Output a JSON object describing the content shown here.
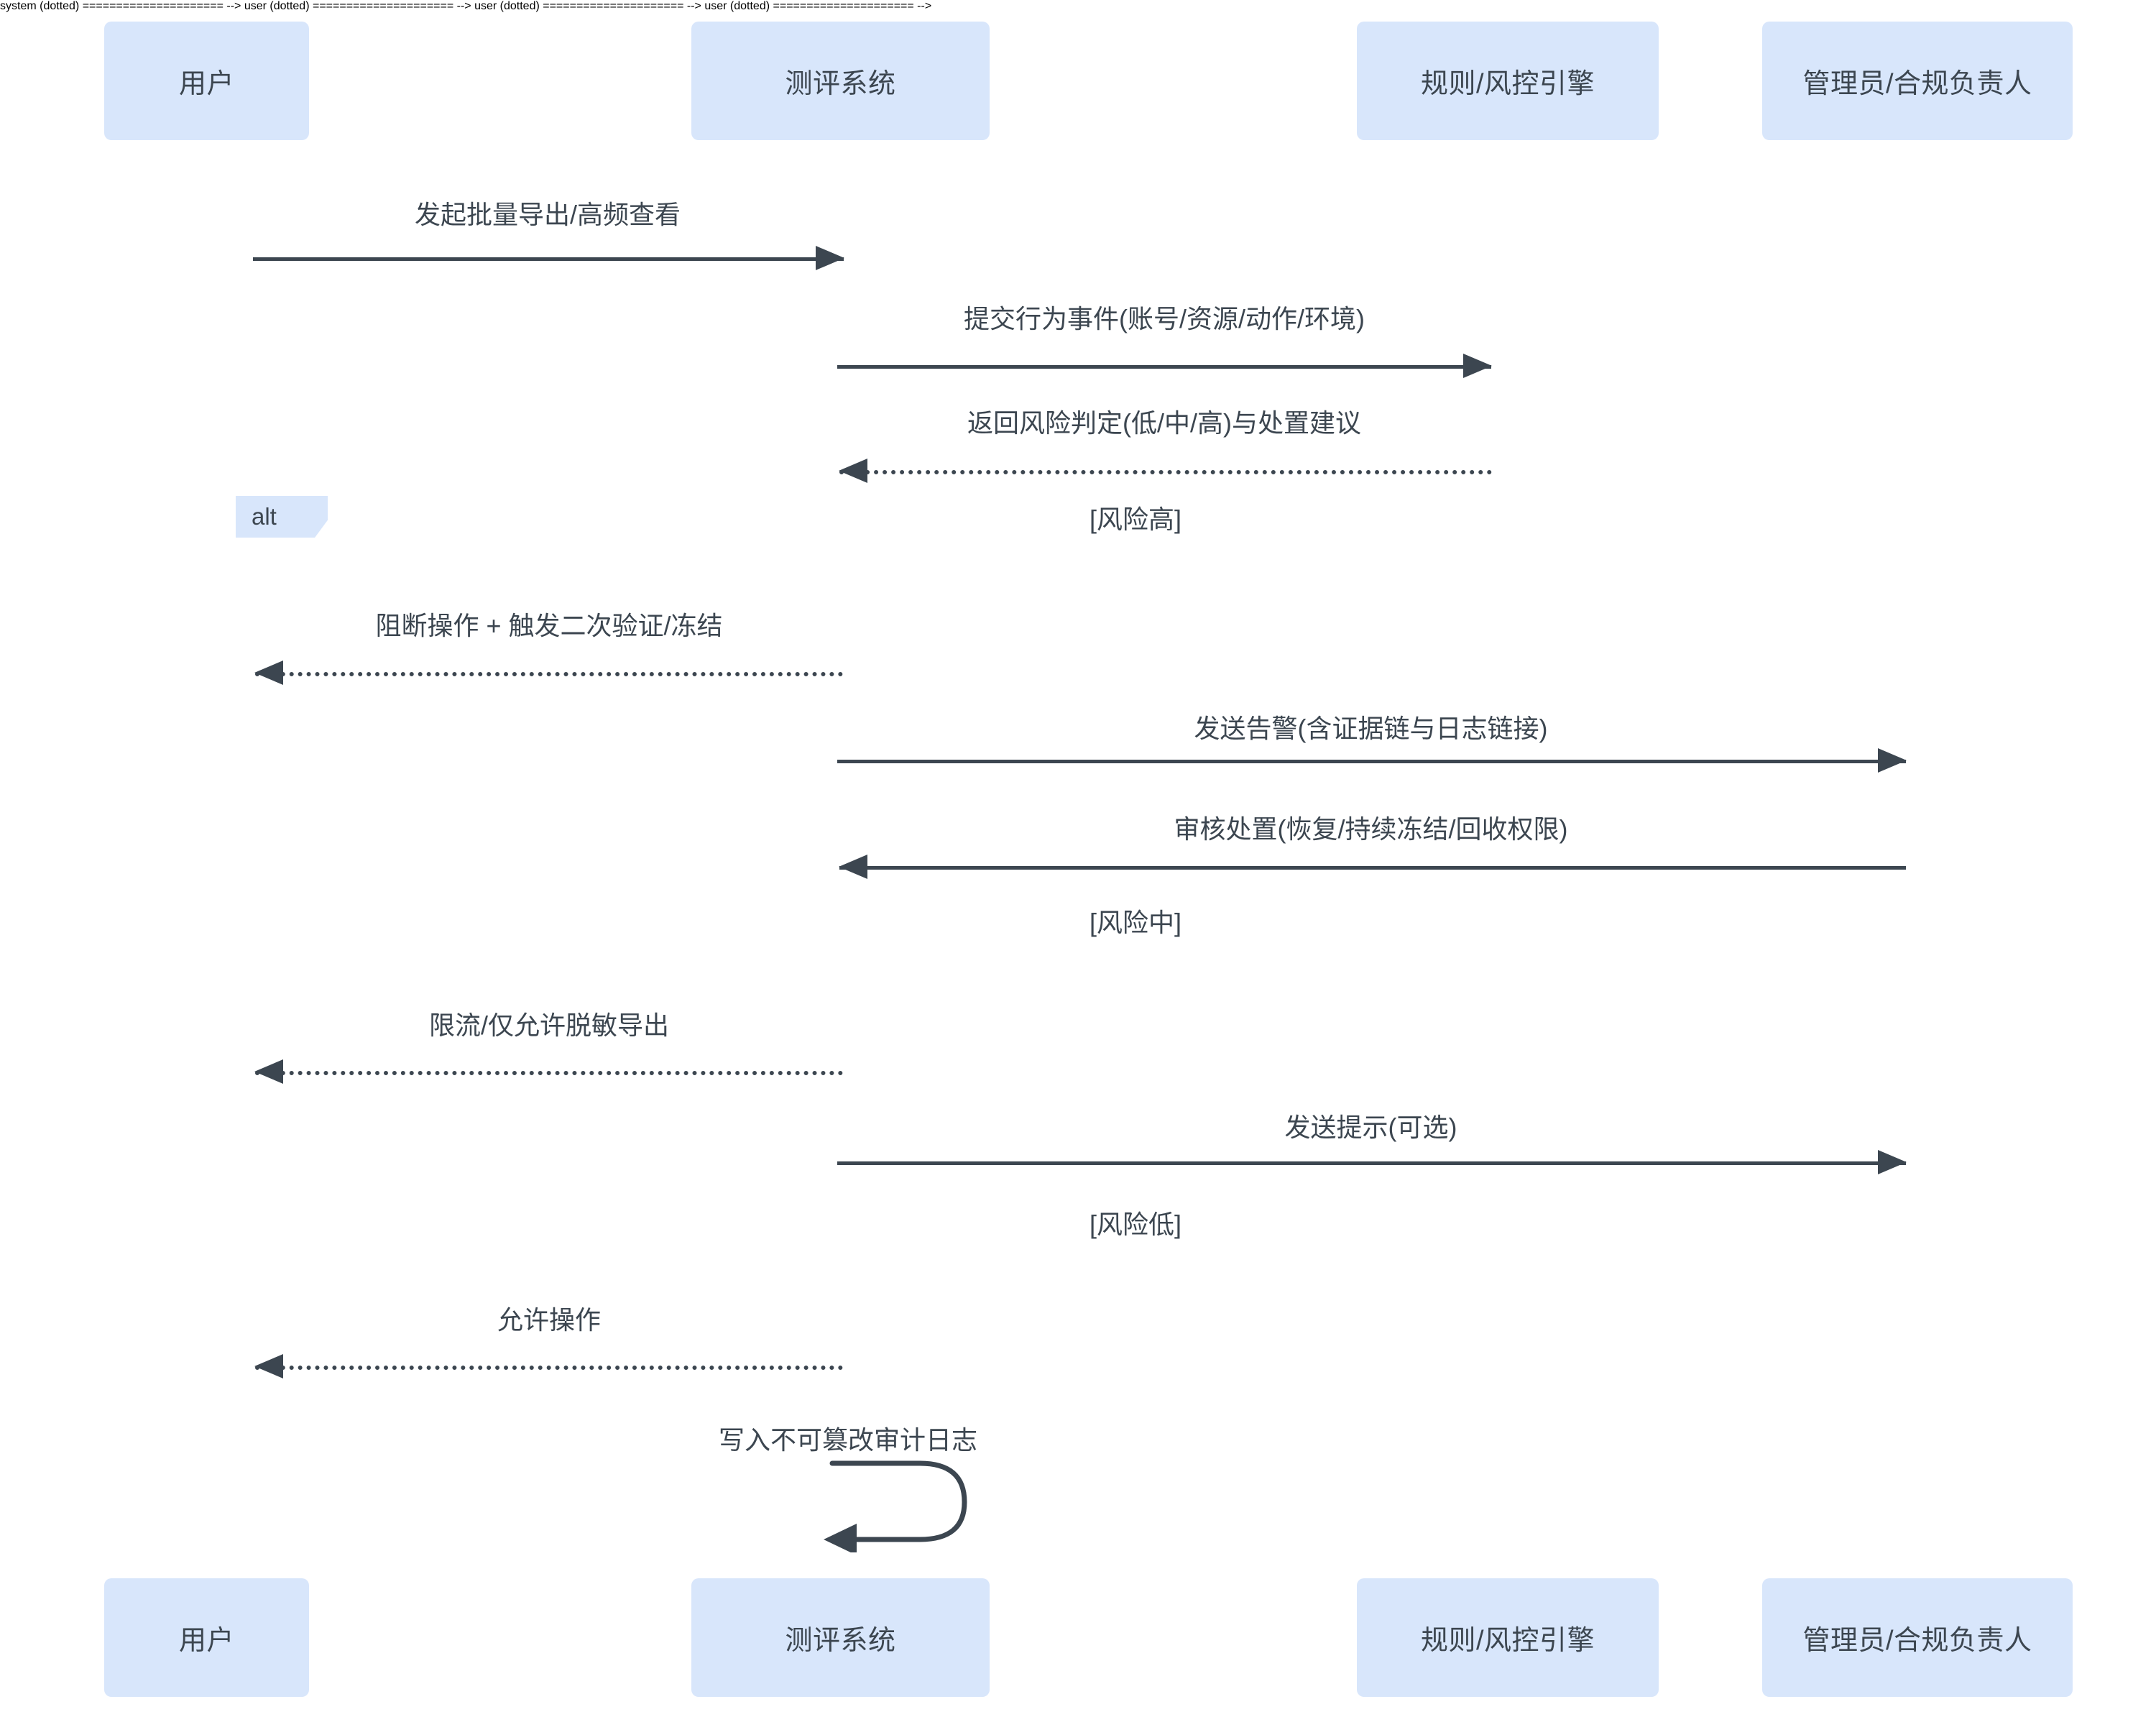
{
  "diagram": {
    "type": "sequence-diagram",
    "colors": {
      "actor_fill": "#d8e6fb",
      "text": "#3c4650",
      "line": "#3c4650",
      "background": "#ffffff"
    }
  },
  "actors": [
    {
      "id": "user",
      "label": "用户"
    },
    {
      "id": "system",
      "label": "测评系统"
    },
    {
      "id": "engine",
      "label": "规则/风控引擎"
    },
    {
      "id": "admin",
      "label": "管理员/合规负责人"
    }
  ],
  "actors_bottom": [
    {
      "id": "user",
      "label": "用户"
    },
    {
      "id": "system",
      "label": "测评系统"
    },
    {
      "id": "engine",
      "label": "规则/风控引擎"
    },
    {
      "id": "admin",
      "label": "管理员/合规负责人"
    }
  ],
  "fragment": {
    "type": "alt",
    "tag_label": "alt",
    "conditions": [
      {
        "id": "high",
        "label": "[风险高]"
      },
      {
        "id": "medium",
        "label": "[风险中]"
      },
      {
        "id": "low",
        "label": "[风险低]"
      }
    ]
  },
  "messages": [
    {
      "id": "m1",
      "from": "user",
      "to": "system",
      "label": "发起批量导出/高频查看",
      "style": "solid",
      "direction": "right"
    },
    {
      "id": "m2",
      "from": "system",
      "to": "engine",
      "label": "提交行为事件(账号/资源/动作/环境)",
      "style": "solid",
      "direction": "right"
    },
    {
      "id": "m3",
      "from": "engine",
      "to": "system",
      "label": "返回风险判定(低/中/高)与处置建议",
      "style": "dotted",
      "direction": "left"
    },
    {
      "id": "m4",
      "from": "system",
      "to": "user",
      "label": "阻断操作 + 触发二次验证/冻结",
      "style": "dotted",
      "direction": "left"
    },
    {
      "id": "m5",
      "from": "system",
      "to": "admin",
      "label": "发送告警(含证据链与日志链接)",
      "style": "solid",
      "direction": "right"
    },
    {
      "id": "m6",
      "from": "admin",
      "to": "system",
      "label": "审核处置(恢复/持续冻结/回收权限)",
      "style": "solid",
      "direction": "left"
    },
    {
      "id": "m7",
      "from": "system",
      "to": "user",
      "label": "限流/仅允许脱敏导出",
      "style": "dotted",
      "direction": "left"
    },
    {
      "id": "m8",
      "from": "system",
      "to": "admin",
      "label": "发送提示(可选)",
      "style": "solid",
      "direction": "right"
    },
    {
      "id": "m9",
      "from": "system",
      "to": "user",
      "label": "允许操作",
      "style": "dotted",
      "direction": "left"
    },
    {
      "id": "m10",
      "from": "system",
      "to": "system",
      "label": "写入不可篡改审计日志",
      "style": "solid",
      "direction": "self"
    }
  ]
}
